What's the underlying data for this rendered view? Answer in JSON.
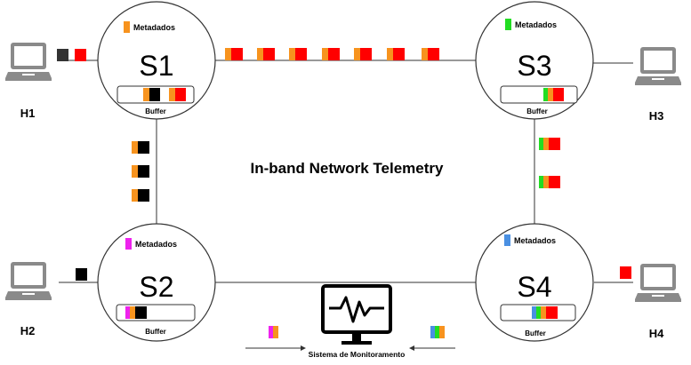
{
  "title": "In-band Network Telemetry",
  "colors": {
    "orange": "#f7931e",
    "red": "#ff0000",
    "black": "#000000",
    "dark": "#333333",
    "green": "#22dd22",
    "magenta": "#ee22ee",
    "blue": "#4a90e2",
    "gray": "#8a8a8a"
  },
  "switches": {
    "s1": {
      "label": "S1",
      "metadata_label": "Metadados",
      "buffer_label": "Buffer",
      "metadata_color": "orange"
    },
    "s2": {
      "label": "S2",
      "metadata_label": "Metadados",
      "buffer_label": "Buffer",
      "metadata_color": "magenta"
    },
    "s3": {
      "label": "S3",
      "metadata_label": "Metadados",
      "buffer_label": "Buffer",
      "metadata_color": "green"
    },
    "s4": {
      "label": "S4",
      "metadata_label": "Metadados",
      "buffer_label": "Buffer",
      "metadata_color": "blue"
    }
  },
  "hosts": {
    "h1": {
      "label": "H1",
      "icon": "laptop-icon"
    },
    "h2": {
      "label": "H2",
      "icon": "laptop-icon"
    },
    "h3": {
      "label": "H3",
      "icon": "laptop-icon"
    },
    "h4": {
      "label": "H4",
      "icon": "laptop-icon"
    }
  },
  "monitor": {
    "label": "Sistema de Monitoramento",
    "icon": "monitor-heartbeat-icon"
  }
}
